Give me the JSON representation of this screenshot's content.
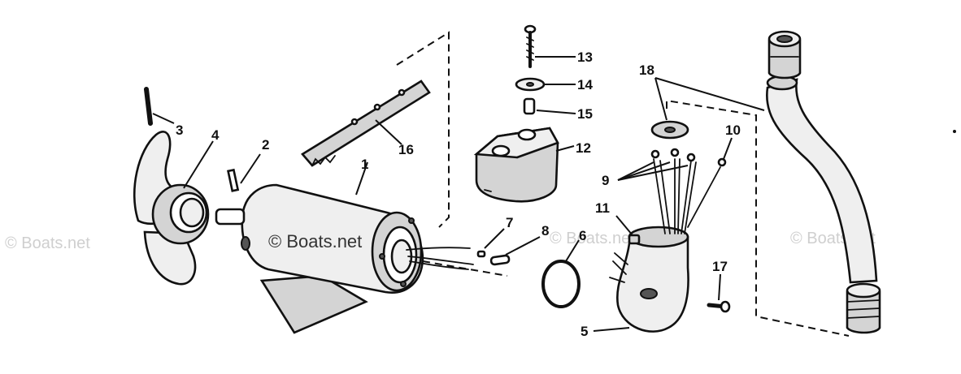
{
  "watermark": {
    "main_text": "© Boats.net",
    "left_text": "© Boats.net",
    "center_text": "© Boats.net",
    "right_text": "© Boats.net"
  },
  "parts": [
    {
      "number": "1",
      "label_pos": "motor-housing"
    },
    {
      "number": "2",
      "label_pos": "pin"
    },
    {
      "number": "3",
      "label_pos": "bolt"
    },
    {
      "number": "4",
      "label_pos": "propeller"
    },
    {
      "number": "5",
      "label_pos": "lower-housing"
    },
    {
      "number": "6",
      "label_pos": "o-ring"
    },
    {
      "number": "7",
      "label_pos": "small-pin"
    },
    {
      "number": "8",
      "label_pos": "plug"
    },
    {
      "number": "9",
      "label_pos": "wire-leads"
    },
    {
      "number": "10",
      "label_pos": "single-wire"
    },
    {
      "number": "11",
      "label_pos": "nut"
    },
    {
      "number": "12",
      "label_pos": "junction-block"
    },
    {
      "number": "13",
      "label_pos": "screw"
    },
    {
      "number": "14",
      "label_pos": "washer"
    },
    {
      "number": "15",
      "label_pos": "spacer"
    },
    {
      "number": "16",
      "label_pos": "mounting-bracket"
    },
    {
      "number": "17",
      "label_pos": "screw-lower"
    },
    {
      "number": "18",
      "label_pos": "grommet"
    }
  ]
}
